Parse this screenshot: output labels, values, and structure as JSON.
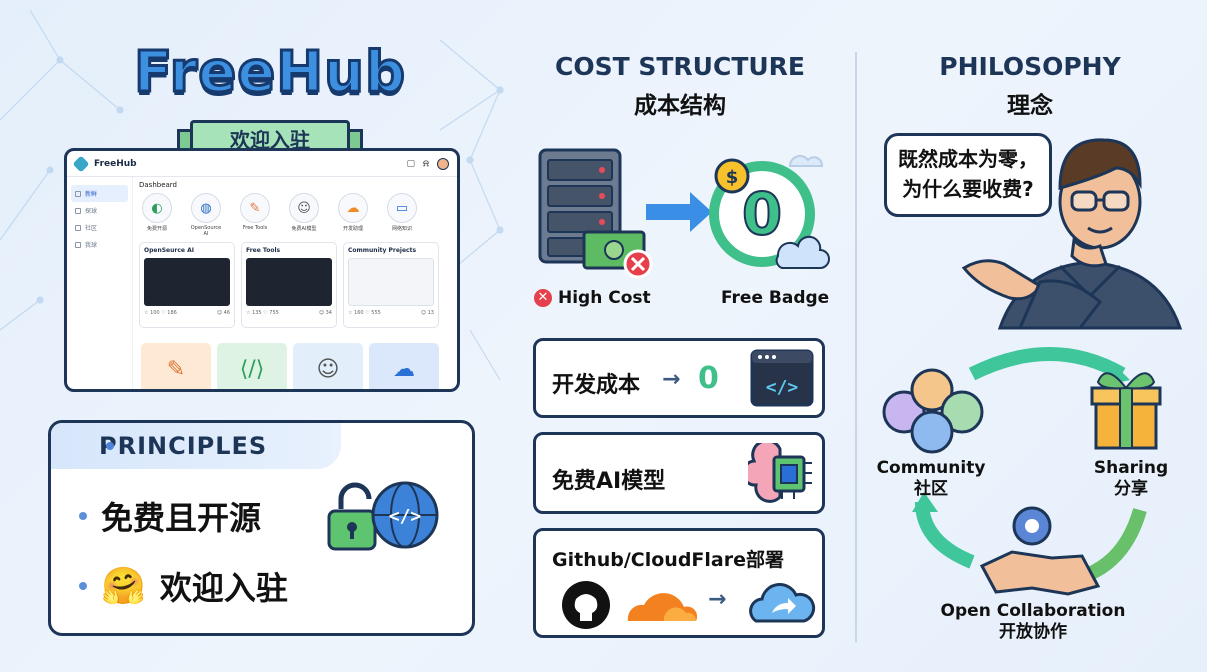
{
  "brand": {
    "title": "FreeHub",
    "welcome": "欢迎入驻"
  },
  "app": {
    "logo_text": "FreeHub",
    "sidebar": [
      "新鲜",
      "探球",
      "社区",
      "我球"
    ],
    "dashboard_title": "Dashbeard",
    "icons": [
      {
        "label": "免费开源",
        "icon": "opensource-icon"
      },
      {
        "label": "OpenSource AI",
        "icon": "globe-icon"
      },
      {
        "label": "Free Tools",
        "icon": "brush-icon"
      },
      {
        "label": "免费AI模型",
        "icon": "robot-icon"
      },
      {
        "label": "开发助理",
        "icon": "cloud-icon"
      },
      {
        "label": "网络知识",
        "icon": "monitor-icon"
      }
    ],
    "cards": [
      {
        "title": "OpenSeurce AI",
        "left_meta": "☆ 100  ♡ 186",
        "right_meta": "☺ 46"
      },
      {
        "title": "Free Tools",
        "left_meta": "☆ 135  ♡ 755",
        "right_meta": "☺ 34"
      },
      {
        "title": "Community Prejects",
        "left_meta": "☆ 160  ♡ 555",
        "right_meta": "☺ 13"
      }
    ]
  },
  "principles": {
    "heading": "PRINCIPLES",
    "items": [
      "免费且开源",
      "欢迎入驻"
    ]
  },
  "cost": {
    "title": "COST STRUCTURE",
    "subtitle": "成本结构",
    "high_cost": "High Cost",
    "free_badge": "Free Badge",
    "badge_value": "0",
    "dev_cost_label": "开发成本",
    "dev_cost_arrow": "→",
    "dev_cost_value": "0",
    "ai_label": "免费AI模型",
    "deploy_label": "Github/CloudFlare部署",
    "deploy_arrow": "→"
  },
  "philosophy": {
    "title": "PHILOSOPHY",
    "subtitle": "理念",
    "quote_line1": "既然成本为零，",
    "quote_line2": "为什么要收费?",
    "community_en": "Community",
    "community_zh": "社区",
    "sharing_en": "Sharing",
    "sharing_zh": "分享",
    "collab_en": "Open Collaboration",
    "collab_zh": "开放协作"
  },
  "colors": {
    "navy": "#1d3557",
    "brand_blue": "#3d8fe0",
    "green": "#3fbf8a",
    "cloudflare": "#f48120"
  }
}
